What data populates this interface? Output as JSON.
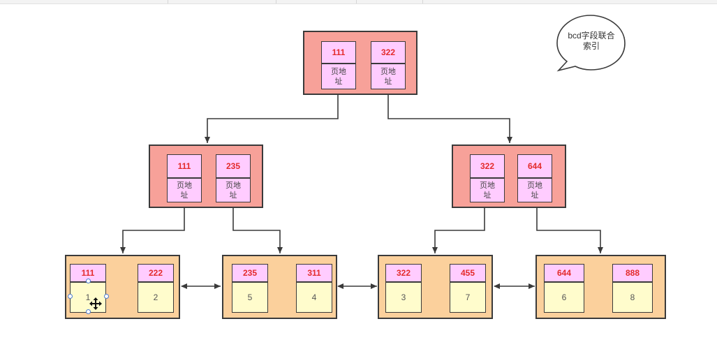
{
  "annotation": {
    "line1": "bcd字段联合",
    "line2": "索引"
  },
  "root": {
    "keys": [
      {
        "key": "111",
        "ptr": "页地址"
      },
      {
        "key": "322",
        "ptr": "页地址"
      }
    ]
  },
  "internal": [
    {
      "keys": [
        {
          "key": "111",
          "ptr": "页地址"
        },
        {
          "key": "235",
          "ptr": "页地址"
        }
      ]
    },
    {
      "keys": [
        {
          "key": "322",
          "ptr": "页地址"
        },
        {
          "key": "644",
          "ptr": "页地址"
        }
      ]
    }
  ],
  "leaves": [
    {
      "entries": [
        {
          "key": "111",
          "value": "1"
        },
        {
          "key": "222",
          "value": "2"
        }
      ]
    },
    {
      "entries": [
        {
          "key": "235",
          "value": "5"
        },
        {
          "key": "311",
          "value": "4"
        }
      ]
    },
    {
      "entries": [
        {
          "key": "322",
          "value": "3"
        },
        {
          "key": "455",
          "value": "7"
        }
      ]
    },
    {
      "entries": [
        {
          "key": "644",
          "value": "6"
        },
        {
          "key": "888",
          "value": "8"
        }
      ]
    }
  ],
  "colors": {
    "internal_fill": "#f7a199",
    "leaf_fill": "#fbd09c",
    "key_fill": "#ffccff",
    "key_text": "#e32b2b",
    "value_fill": "#fffccc",
    "line": "#3a3a3a"
  },
  "icons": {
    "selection": "move-cursor-icon"
  }
}
